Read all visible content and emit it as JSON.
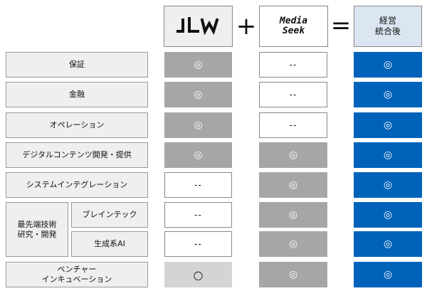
{
  "header": {
    "company_a": "JLW",
    "plus": "+",
    "company_b": {
      "line1": "Media",
      "line2": "Seek"
    },
    "equals": "=",
    "result": {
      "line1": "経営",
      "line2": "統合後"
    }
  },
  "rows": [
    {
      "label": "保証",
      "jlw": "◎",
      "mediaseek": "--",
      "merged": "◎"
    },
    {
      "label": "金融",
      "jlw": "◎",
      "mediaseek": "--",
      "merged": "◎"
    },
    {
      "label": "オペレーション",
      "jlw": "◎",
      "mediaseek": "--",
      "merged": "◎"
    },
    {
      "label": "デジタルコンテンツ開発・提供",
      "jlw": "◎",
      "mediaseek": "◎",
      "merged": "◎"
    },
    {
      "label": "システムインテグレーション",
      "jlw": "--",
      "mediaseek": "◎",
      "merged": "◎"
    },
    {
      "group_label": {
        "line1": "最先端技術",
        "line2": "研究・開発"
      },
      "label": "ブレインテック",
      "jlw": "--",
      "mediaseek": "◎",
      "merged": "◎"
    },
    {
      "label": "生成系AI",
      "jlw": "--",
      "mediaseek": "◎",
      "merged": "◎"
    },
    {
      "label": {
        "line1": "ベンチャー",
        "line2": "インキュベーション"
      },
      "jlw": "○",
      "mediaseek": "◎",
      "merged": "◎"
    }
  ],
  "colors": {
    "jlw_cell": "#a6a6a6",
    "jlw_partial_cell": "#d4d4d4",
    "mediaseek_cell": "#a6a6a6",
    "merged_cell": "#0062b8",
    "merged_header": "#dce6f2"
  }
}
